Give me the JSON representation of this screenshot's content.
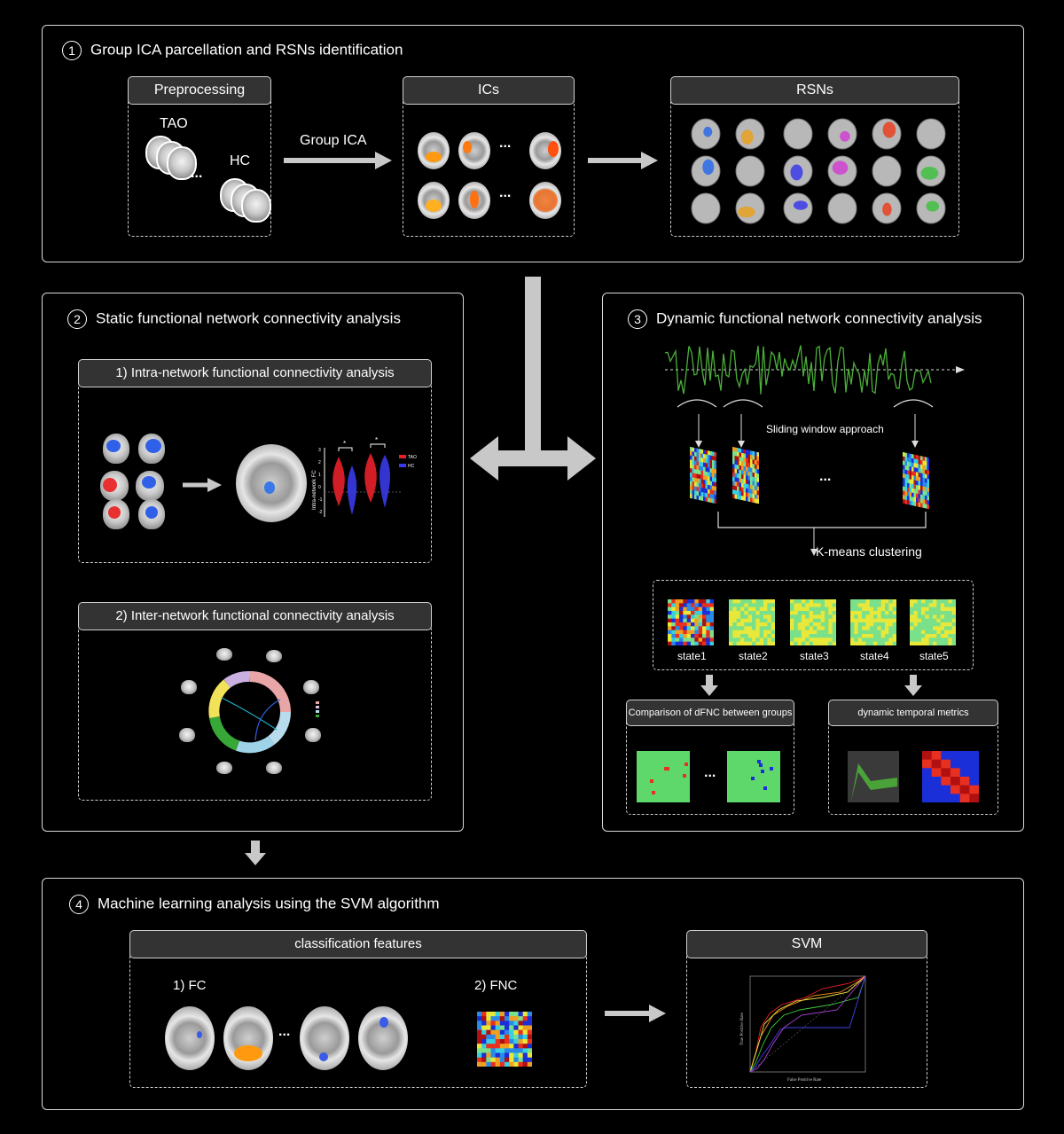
{
  "panel1": {
    "number": "1",
    "title": "Group ICA parcellation and RSNs identification",
    "preprocessing": "Preprocessing",
    "tao": "TAO",
    "hc": "HC",
    "dots": "...",
    "arrow_label": "Group ICA",
    "ics": "ICs",
    "rsns": "RSNs"
  },
  "panel2": {
    "number": "2",
    "title": "Static functional network connectivity analysis",
    "sub1": "1)  Intra-network functional connectivity analysis",
    "sub2": "2)  Inter-network functional connectivity analysis",
    "violin": {
      "ylabel": "Intra-network FC",
      "legend": [
        "TAO",
        "HC"
      ],
      "sig": "*",
      "yticks": [
        "3",
        "2",
        "1",
        "0",
        "-1",
        "-2"
      ],
      "colors": {
        "tao": "#e8202a",
        "hc": "#3a3ae8"
      }
    }
  },
  "panel3": {
    "number": "3",
    "title": "Dynamic functional network connectivity analysis",
    "sliding": "Sliding window approach",
    "dots": "...",
    "kmeans": "K-means clustering",
    "states": [
      "state1",
      "state2",
      "state3",
      "state4",
      "state5"
    ],
    "compare": "Comparison of dFNC between groups",
    "temporal": "dynamic temporal metrics"
  },
  "panel4": {
    "number": "4",
    "title": "Machine learning analysis using the SVM algorithm",
    "features": "classification features",
    "fc": "1) FC",
    "fnc": "2) FNC",
    "dots": "...",
    "svm": "SVM",
    "roc": {
      "xlabel": "False Positive Rate",
      "ylabel": "True Positive Rate"
    }
  },
  "colors": {
    "accent_arrow": "#c8c8c8",
    "panel_border": "#d8d8d8",
    "header_fill": "#333333",
    "trace": "#4caf3a"
  }
}
